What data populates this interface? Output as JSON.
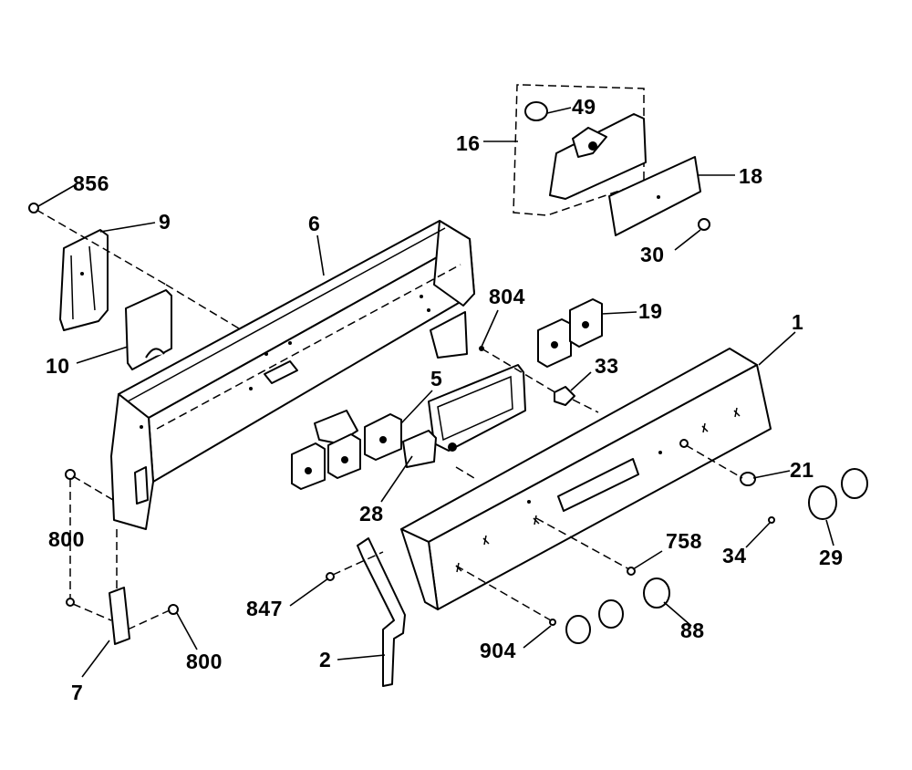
{
  "diagram": {
    "callouts": [
      {
        "id": "p856",
        "text": "856"
      },
      {
        "id": "p9",
        "text": "9"
      },
      {
        "id": "p6",
        "text": "6"
      },
      {
        "id": "p10",
        "text": "10"
      },
      {
        "id": "p16",
        "text": "16"
      },
      {
        "id": "p49",
        "text": "49"
      },
      {
        "id": "p18",
        "text": "18"
      },
      {
        "id": "p30",
        "text": "30"
      },
      {
        "id": "p804",
        "text": "804"
      },
      {
        "id": "p19",
        "text": "19"
      },
      {
        "id": "p1",
        "text": "1"
      },
      {
        "id": "p33",
        "text": "33"
      },
      {
        "id": "p5",
        "text": "5"
      },
      {
        "id": "p21",
        "text": "21"
      },
      {
        "id": "p28",
        "text": "28"
      },
      {
        "id": "p800a",
        "text": "800"
      },
      {
        "id": "p758",
        "text": "758"
      },
      {
        "id": "p34",
        "text": "34"
      },
      {
        "id": "p29",
        "text": "29"
      },
      {
        "id": "p847",
        "text": "847"
      },
      {
        "id": "p800b",
        "text": "800"
      },
      {
        "id": "p88",
        "text": "88"
      },
      {
        "id": "p904",
        "text": "904"
      },
      {
        "id": "p2",
        "text": "2"
      },
      {
        "id": "p7",
        "text": "7"
      }
    ]
  }
}
